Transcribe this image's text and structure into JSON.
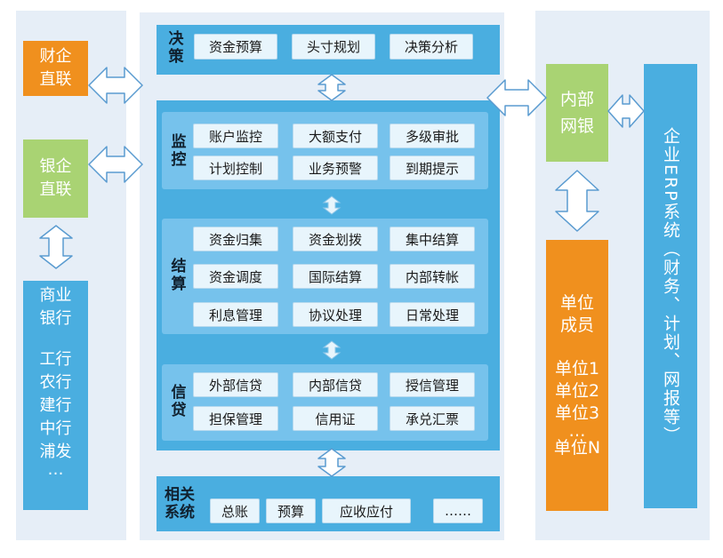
{
  "left": {
    "caiqi_line1": "财企",
    "caiqi_line2": "直联",
    "yinqi_line1": "银企",
    "yinqi_line2": "直联",
    "bank_line1": "商业",
    "bank_line2": "银行",
    "banks": [
      "工行",
      "农行",
      "建行",
      "中行",
      "浦发",
      "…"
    ]
  },
  "center": {
    "juece": {
      "label_1": "决",
      "label_2": "策",
      "items": [
        "资金预算",
        "头寸规划",
        "决策分析"
      ]
    },
    "jiankong": {
      "label_1": "监",
      "label_2": "控",
      "items": [
        "账户监控",
        "大额支付",
        "多级审批",
        "计划控制",
        "业务预警",
        "到期提示"
      ]
    },
    "jiesuan": {
      "label_1": "结",
      "label_2": "算",
      "items": [
        "资金归集",
        "资金划拨",
        "集中结算",
        "资金调度",
        "国际结算",
        "内部转帐",
        "利息管理",
        "协议处理",
        "日常处理"
      ]
    },
    "xindai": {
      "label_1": "信",
      "label_2": "贷",
      "items": [
        "外部信贷",
        "内部信贷",
        "授信管理",
        "担保管理",
        "信用证",
        "承兑汇票"
      ]
    },
    "xiangguan": {
      "label_1": "相关",
      "label_2": "系统",
      "items": [
        "总账",
        "预算",
        "应收应付",
        "……"
      ]
    }
  },
  "right": {
    "neibu_line1": "内部",
    "neibu_line2": "网银",
    "danwei_lines": [
      "单位",
      "成员",
      "",
      "单位1",
      "单位2",
      "单位3",
      "…",
      "单位N"
    ],
    "erp_text": "企业ERP系统（财务、计划、网报等）"
  },
  "colors": {
    "blue": "#4aaee0",
    "section": "#76c2ec",
    "orange": "#f0901e",
    "green": "#a9d373",
    "panel": "#e6eef7"
  }
}
